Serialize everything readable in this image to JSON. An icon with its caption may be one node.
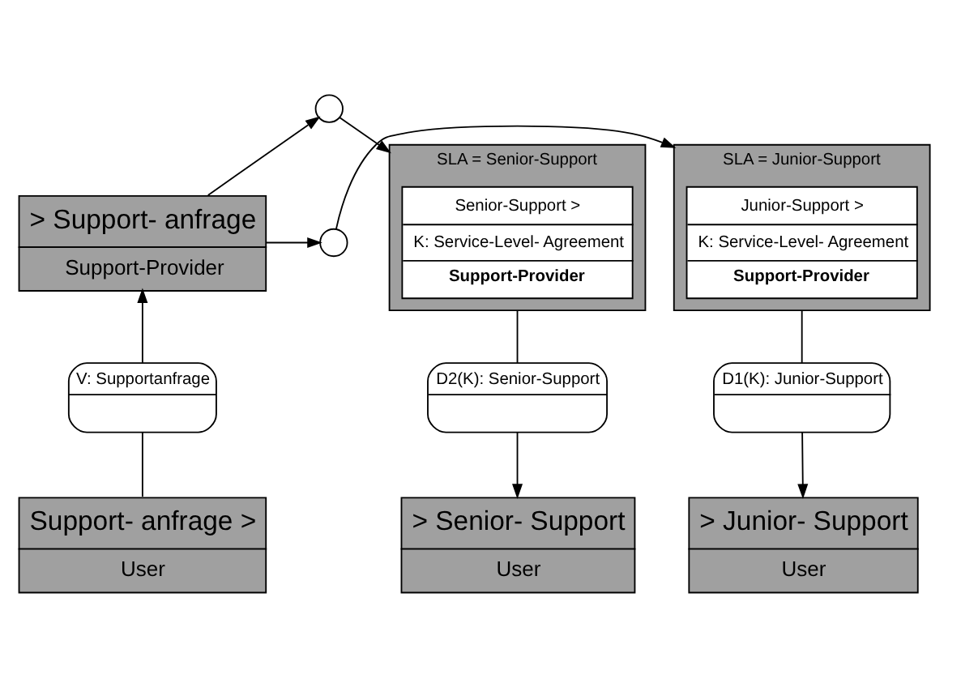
{
  "diagram": {
    "nodes": [
      {
        "text": [
          "> Support- anfrage",
          "Support-Provider"
        ]
      },
      {
        "text": [],
        "shape": "circle"
      },
      {
        "text": [],
        "shape": "circle"
      },
      {
        "text": [
          "SLA = Junior-Support"
        ]
      },
      {
        "text": [
          "Junior-Support >",
          "K: Service-Level- Agreement",
          "Support-Provider"
        ],
        "in": 3
      },
      {
        "text": [
          "SLA = Senior-Support"
        ]
      },
      {
        "text": [
          "Senior-Support >",
          "K: Service-Level- Agreement",
          "Support-Provider"
        ],
        "in": 5
      },
      {
        "text": [
          "V: Supportanfrage"
        ]
      },
      {
        "text": [
          "D1(K): Junior-Support"
        ]
      },
      {
        "text": [
          "D2(K): Senior-Support"
        ]
      },
      {
        "text": [
          "Support- anfrage >",
          "User"
        ]
      },
      {
        "text": [
          "> Junior- Support",
          "User"
        ]
      },
      {
        "text": [
          "> Senior- Support",
          "User"
        ]
      }
    ],
    "edges": [
      {
        "from": 0,
        "to": 1,
        "arrow": "to"
      },
      {
        "from": 1,
        "to": 5,
        "arrow": "to"
      },
      {
        "from": 0,
        "to": 2,
        "arrow": "to"
      },
      {
        "from": 2,
        "to": 3,
        "arrow": "to"
      },
      {
        "from": 10,
        "to": 7,
        "arrow": "none"
      },
      {
        "from": 7,
        "to": 0,
        "arrow": "to"
      },
      {
        "from": 3,
        "to": 8,
        "arrow": "none"
      },
      {
        "from": 8,
        "to": 11,
        "arrow": "to"
      },
      {
        "from": 5,
        "to": 9,
        "arrow": "none"
      },
      {
        "from": 9,
        "to": 12,
        "arrow": "to"
      }
    ]
  }
}
